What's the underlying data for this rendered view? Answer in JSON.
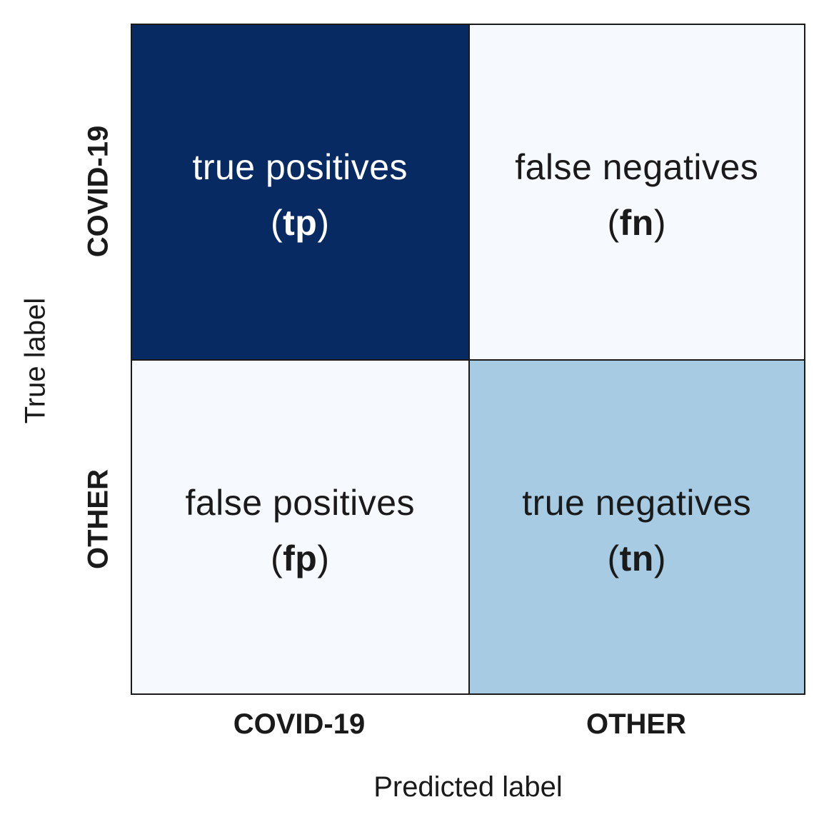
{
  "diagram": {
    "x_title": "Predicted label",
    "y_title": "True label",
    "columns": [
      "COVID-19",
      "OTHER"
    ],
    "rows": [
      "COVID-19",
      "OTHER"
    ],
    "cells": [
      [
        {
          "name": "true positives",
          "abbr": "tp",
          "fill": "#082a63",
          "text_color": "#ffffff"
        },
        {
          "name": "false negatives",
          "abbr": "fn",
          "fill": "#f6f9fe",
          "text_color": "#1a1a1a"
        }
      ],
      [
        {
          "name": "false positives",
          "abbr": "fp",
          "fill": "#f6f9fe",
          "text_color": "#1a1a1a"
        },
        {
          "name": "true negatives",
          "abbr": "tn",
          "fill": "#a6cbe3",
          "text_color": "#1a1a1a"
        }
      ]
    ]
  }
}
